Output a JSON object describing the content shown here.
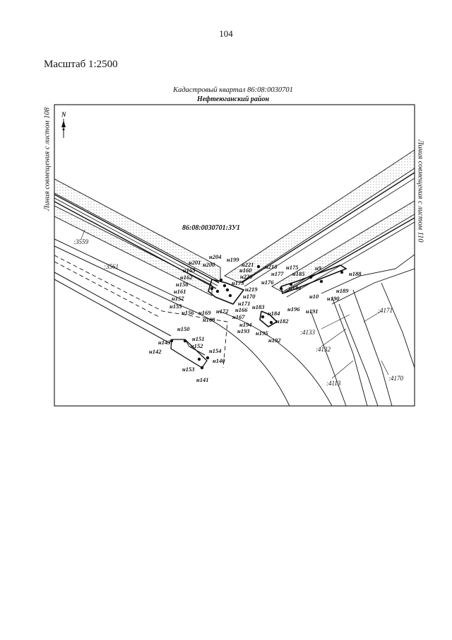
{
  "page_number": "104",
  "scale_label": "Масштаб 1:2500",
  "title_line1": "Кадастровый квартал 86:08:0030701",
  "title_line2": "Нефтеюганский район",
  "left_side_label": "Линия совмещения с листом 108",
  "right_side_label": "Линия совмещения с листом 110",
  "north_label": "N",
  "plot_label": "86:08:0030701:ЗУ1",
  "parcel_labels": [
    ":3559",
    ":3561",
    ":4171",
    ":4133",
    ":4132",
    ":4113",
    ":4170"
  ],
  "points": [
    "н204",
    "н199",
    "н201",
    "н200",
    "н221",
    "н165",
    "н160",
    "н220",
    "н162",
    "н173",
    "н158",
    "н219",
    "н161",
    "н170",
    "н157",
    "н171",
    "н155",
    "н166",
    "н156",
    "н169",
    "н172",
    "н167",
    "н168",
    "н194",
    "н193",
    "н195",
    "н218",
    "н175",
    "н177",
    "н185",
    "н9",
    "н188",
    "н176",
    "н184",
    "н189",
    "н10",
    "н190",
    "н183",
    "н196",
    "н191",
    "н184",
    "н182",
    "н192",
    "н150",
    "н151",
    "н143",
    "н152",
    "н142",
    "н154",
    "н140",
    "н153",
    "н141"
  ]
}
